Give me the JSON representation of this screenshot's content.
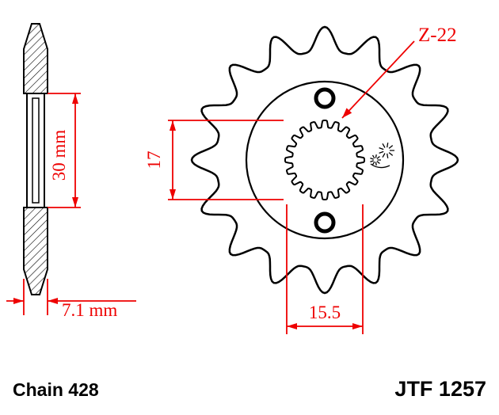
{
  "drawing": {
    "labels": {
      "teeth_callout": "Z-22",
      "hub_length": "30 mm",
      "thickness": "7.1 mm",
      "bore_height": "17",
      "bore_width": "15.5"
    },
    "footer": {
      "chain": "Chain 428",
      "part_number": "JTF 1257"
    },
    "colors": {
      "dimension_red": "#ee0000",
      "outline_black": "#000000",
      "background": "#ffffff"
    }
  }
}
